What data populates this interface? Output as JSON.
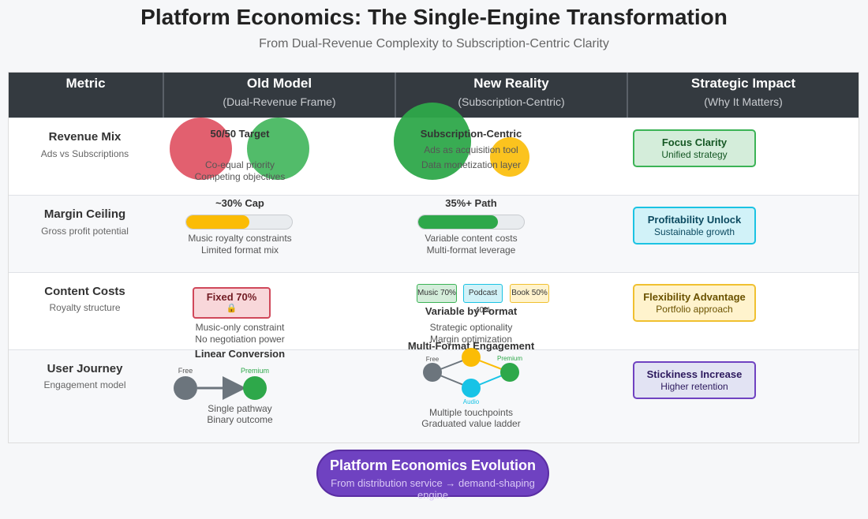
{
  "title": "Platform Economics: The Single-Engine Transformation",
  "subtitle": "From Dual-Revenue Complexity to Subscription-Centric Clarity",
  "headers": [
    {
      "title": "Metric",
      "sub": ""
    },
    {
      "title": "Old Model",
      "sub": "(Dual-Revenue Frame)"
    },
    {
      "title": "New Reality",
      "sub": "(Subscription-Centric)"
    },
    {
      "title": "Strategic Impact",
      "sub": "(Why It Matters)"
    }
  ],
  "rows": {
    "revenue_mix": {
      "metric": "Revenue Mix",
      "metric_sub": "Ads vs Subscriptions",
      "old_title": "50/50 Target",
      "old_line1": "Co-equal priority",
      "old_line2": "Competing objectives",
      "new_title": "Subscription-Centric",
      "new_line1": "Ads as acquisition tool",
      "new_line2": "Data monetization layer",
      "impact_title": "Focus Clarity",
      "impact_sub": "Unified strategy"
    },
    "margin": {
      "metric": "Margin Ceiling",
      "metric_sub": "Gross profit potential",
      "old_title": "~30% Cap",
      "old_fill": 0.6,
      "old_line1": "Music royalty constraints",
      "old_line2": "Limited format mix",
      "new_title": "35%+ Path",
      "new_fill": 0.75,
      "new_line1": "Variable content costs",
      "new_line2": "Multi-format leverage",
      "impact_title": "Profitability Unlock",
      "impact_sub": "Sustainable growth"
    },
    "content_costs": {
      "metric": "Content Costs",
      "metric_sub": "Royalty structure",
      "old_box": "Fixed 70%",
      "old_icon": "🔒",
      "old_line1": "Music-only constraint",
      "old_line2": "No negotiation power",
      "chips": [
        "Music 70%",
        "Podcast 40%",
        "Book 50%"
      ],
      "new_title": "Variable by Format",
      "new_line1": "Strategic optionality",
      "new_line2": "Margin optimization",
      "impact_title": "Flexibility Advantage",
      "impact_sub": "Portfolio approach"
    },
    "journey": {
      "metric": "User Journey",
      "metric_sub": "Engagement model",
      "old_title": "Linear Conversion",
      "old_free": "Free",
      "old_premium": "Premium",
      "old_line1": "Single pathway",
      "old_line2": "Binary outcome",
      "new_title": "Multi-Format Engagement",
      "new_free": "Free",
      "new_premium": "Premium",
      "new_audio": "Audio",
      "new_line1": "Multiple touchpoints",
      "new_line2": "Graduated value ladder",
      "impact_title": "Stickiness Increase",
      "impact_sub": "Higher retention"
    }
  },
  "footer": {
    "title": "Platform Economics Evolution",
    "sub": "From distribution service → demand-shaping engine"
  },
  "colors": {
    "header_bg": "#343a40",
    "red": "#e05263",
    "green": "#2ea84a",
    "yellow": "#fbbc05",
    "cyan": "#17c3e6",
    "gray": "#6c757d",
    "purple": "#6f42c1"
  }
}
